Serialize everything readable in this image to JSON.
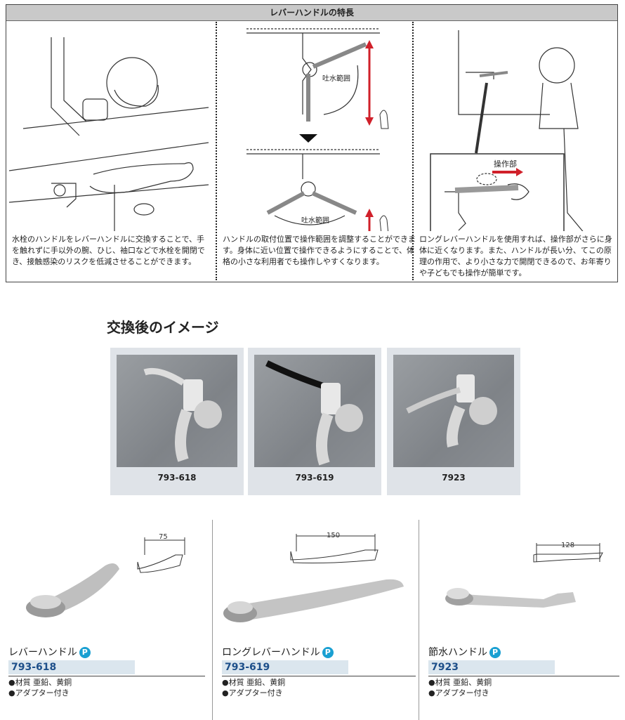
{
  "feature": {
    "title": "レバーハンドルの特長",
    "col1_text": "水栓のハンドルをレバーハンドルに交換することで、手を触れずに手以外の腕、ひじ、袖口などで水栓を開閉でき、接触感染のリスクを低減させることができます。",
    "col2_label_top": "吐水範囲",
    "col2_label_bottom": "吐水範囲",
    "col2_text": "ハンドルの取付位置で操作範囲を調整することができます。身体に近い位置で操作できるようにすることで、体格の小さな利用者でも操作しやすくなります。",
    "col3_label": "操作部",
    "col3_text": "ロングレバーハンドルを使用すれば、操作部がさらに身体に近くなります。また、ハンドルが長い分、てこの原理の作用で、より小さな力で開閉できるので、お年寄りや子どもでも操作が簡単です。"
  },
  "images": {
    "title": "交換後のイメージ",
    "captions": [
      "793-618",
      "793-619",
      "7923"
    ]
  },
  "products": [
    {
      "name": "レバーハンドル",
      "badge": "P",
      "code": "793-618",
      "dim": "75",
      "specs": [
        "●材質 亜鉛、黄銅",
        "●アダプター付き"
      ]
    },
    {
      "name": "ロングレバーハンドル",
      "badge": "P",
      "code": "793-619",
      "dim": "150",
      "specs": [
        "●材質 亜鉛、黄銅",
        "●アダプター付き"
      ]
    },
    {
      "name": "節水ハンドル",
      "badge": "P",
      "code": "7923",
      "dim": "128",
      "specs": [
        "●材質 亜鉛、黄銅",
        "●アダプター付き"
      ]
    }
  ],
  "colors": {
    "accent": "#1d4f8a",
    "badge": "#1aa0d2",
    "arrow": "#d0202a"
  }
}
